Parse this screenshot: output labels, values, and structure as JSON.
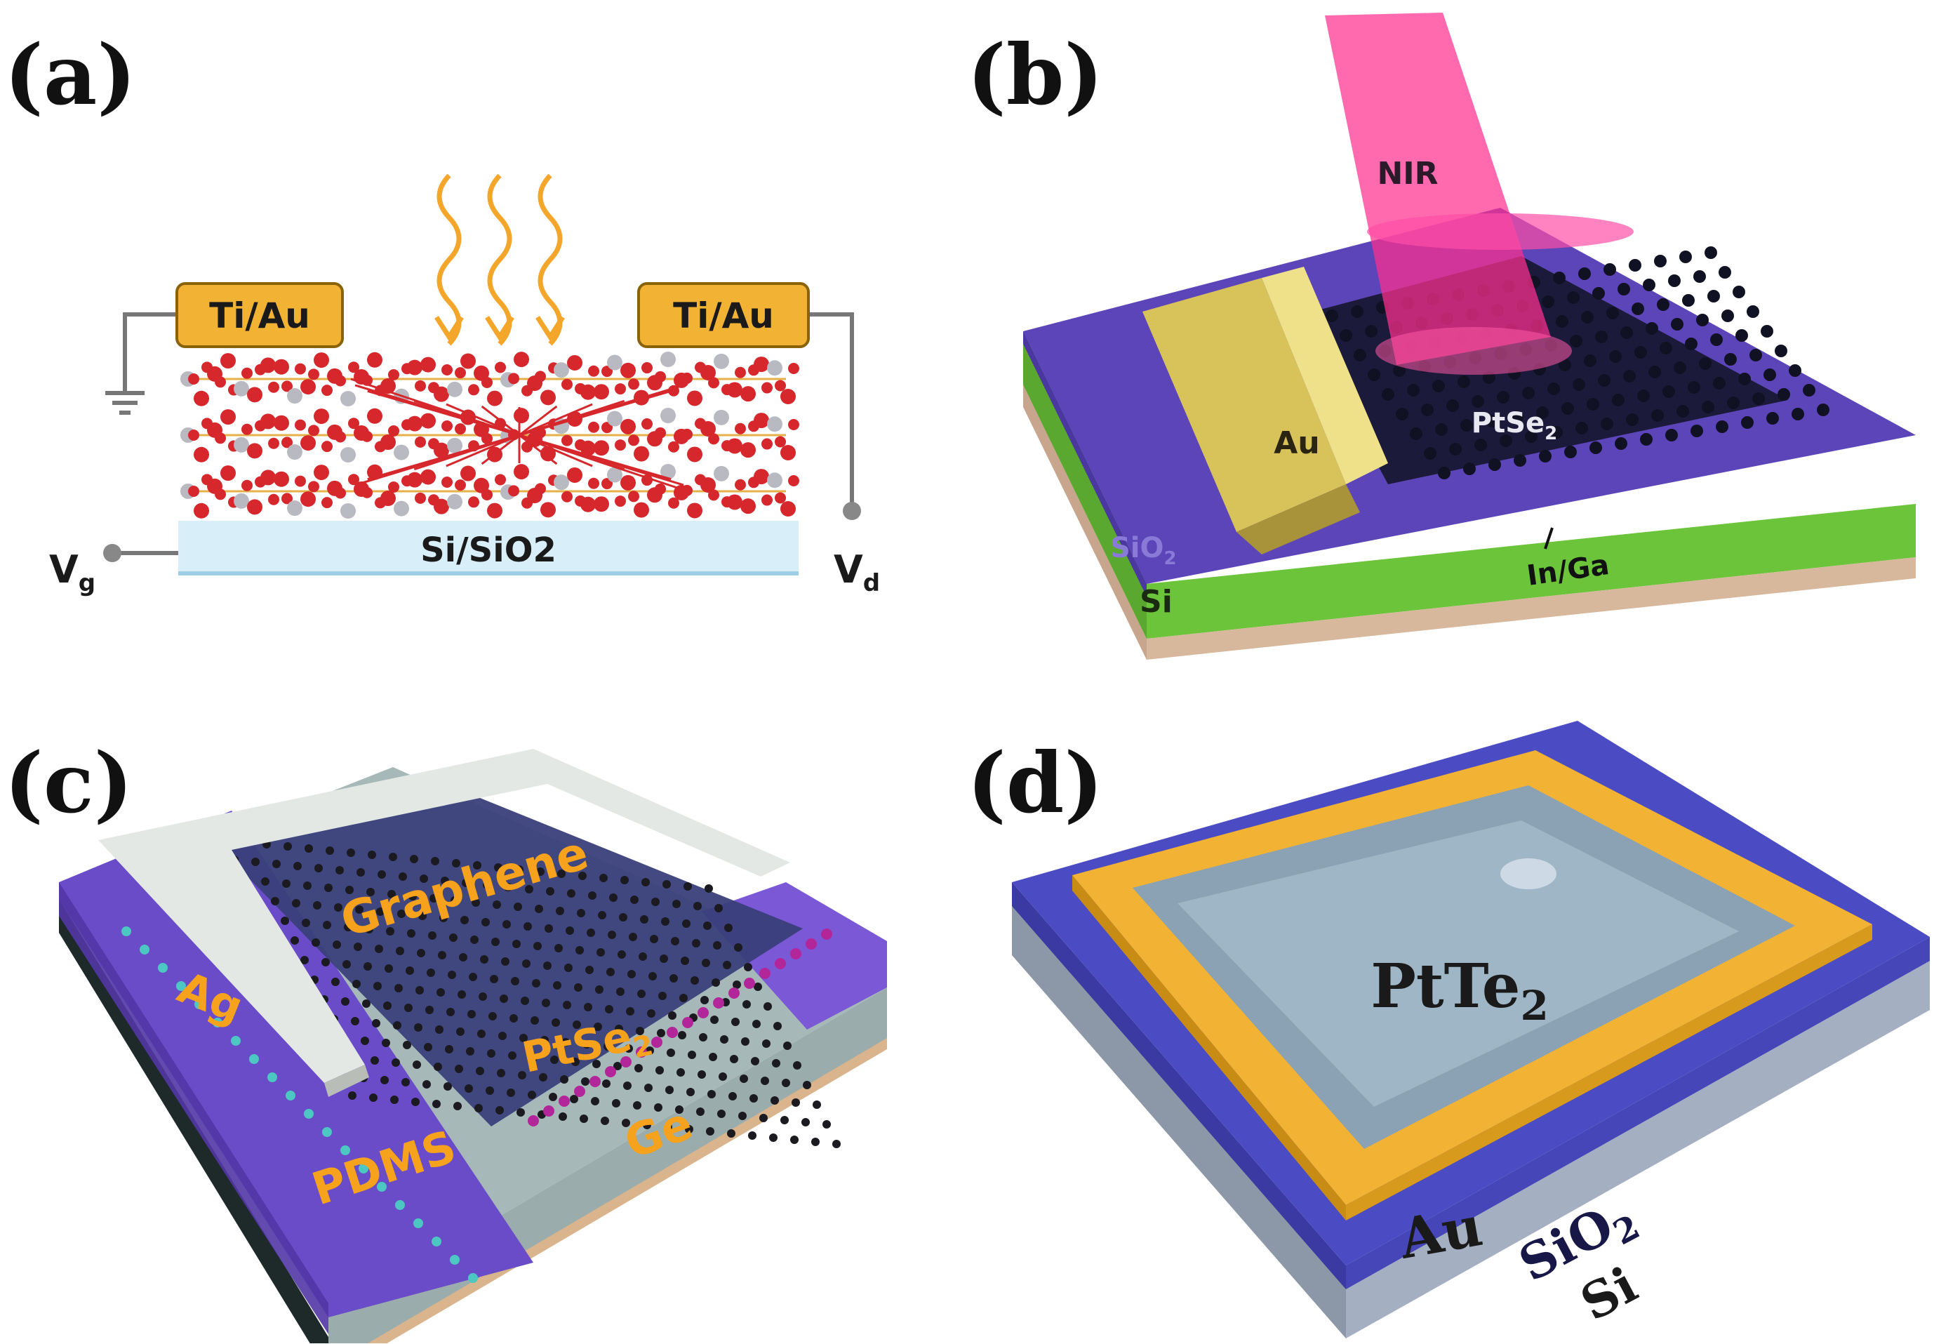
{
  "panels": {
    "a": {
      "label": "(a)",
      "contact_left": "Ti/Au",
      "contact_right": "Ti/Au",
      "substrate": "Si/SiO2",
      "gate": "V",
      "gate_sub": "g",
      "drain": "V",
      "drain_sub": "d"
    },
    "b": {
      "label": "(b)",
      "beam": "NIR",
      "electrode": "Au",
      "material": "PtSe",
      "material_sub": "2",
      "oxide": "SiO",
      "oxide_sub": "2",
      "base": "Si",
      "contact": "In/Ga"
    },
    "c": {
      "label": "(c)",
      "electrode": "Ag",
      "top_layer": "Graphene",
      "material": "PtSe",
      "material_sub": "2",
      "insulator": "PDMS",
      "base": "Ge"
    },
    "d": {
      "label": "(d)",
      "material": "PtTe",
      "material_sub": "2",
      "electrode": "Au",
      "oxide": "SiO",
      "oxide_sub": "2",
      "base": "Si"
    }
  },
  "colors": {
    "gold": "#f2b233",
    "atom_red": "#d6282c",
    "atom_gray": "#b9b9c2",
    "oxide_purple": "#5b45b8",
    "si_green": "#6cc43a",
    "nir_pink": "#ff2f8f",
    "label_orange": "#f6a21c"
  }
}
